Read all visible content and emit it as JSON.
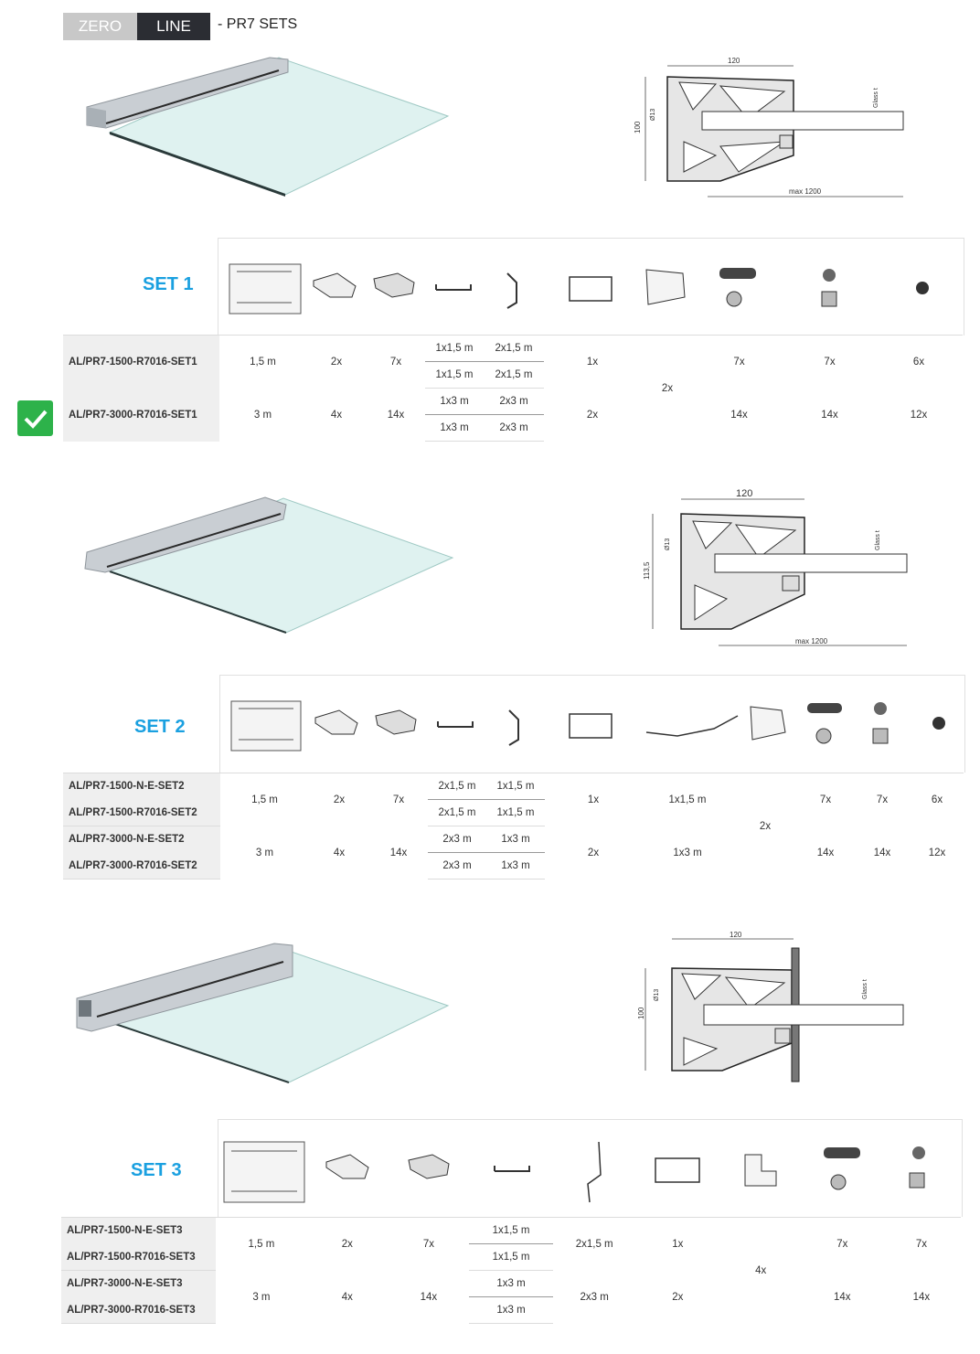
{
  "header": {
    "brand_left": "ZERO",
    "brand_right": "LINE",
    "subtitle": "- PR7 SETS"
  },
  "drawings": {
    "width_label": "120",
    "height_label_a": "100",
    "height_label_b": "113,5",
    "hole_label": "Ø13",
    "glass_label": "Glass t",
    "max_label": "max 1200"
  },
  "set1": {
    "label": "SET 1",
    "rows": [
      {
        "code": "AL/PR7-1500-R7016-SET1",
        "length": "1,5 m",
        "c2": "2x",
        "c3": "7x",
        "c4a": "1x1,5 m",
        "c5a": "2x1,5 m",
        "c4b": "1x1,5 m",
        "c5b": "2x1,5 m",
        "c6": "1x",
        "c8": "7x",
        "c9": "7x",
        "c10": "6x"
      },
      {
        "code": "AL/PR7-3000-R7016-SET1",
        "length": "3 m",
        "c2": "4x",
        "c3": "14x",
        "c4a": "1x3 m",
        "c5a": "2x3 m",
        "c4b": "1x3 m",
        "c5b": "2x3 m",
        "c6": "2x",
        "c8": "14x",
        "c9": "14x",
        "c10": "12x"
      }
    ],
    "shared_c7": "2x"
  },
  "set2": {
    "label": "SET 2",
    "codes": [
      "AL/PR7-1500-N-E-SET2",
      "AL/PR7-1500-R7016-SET2",
      "AL/PR7-3000-N-E-SET2",
      "AL/PR7-3000-R7016-SET2"
    ],
    "groups": [
      {
        "length": "1,5 m",
        "c2": "2x",
        "c3": "7x",
        "c4a": "2x1,5 m",
        "c5a": "1x1,5 m",
        "c4b": "2x1,5 m",
        "c5b": "1x1,5 m",
        "c6": "1x",
        "c7": "1x1,5 m",
        "c9": "7x",
        "c10": "7x",
        "c11": "6x"
      },
      {
        "length": "3 m",
        "c2": "4x",
        "c3": "14x",
        "c4a": "2x3 m",
        "c5a": "1x3 m",
        "c4b": "2x3 m",
        "c5b": "1x3 m",
        "c6": "2x",
        "c7": "1x3 m",
        "c9": "14x",
        "c10": "14x",
        "c11": "12x"
      }
    ],
    "shared_c8": "2x"
  },
  "set3": {
    "label": "SET 3",
    "codes": [
      "AL/PR7-1500-N-E-SET3",
      "AL/PR7-1500-R7016-SET3",
      "AL/PR7-3000-N-E-SET3",
      "AL/PR7-3000-R7016-SET3"
    ],
    "groups": [
      {
        "length": "1,5 m",
        "c2": "2x",
        "c3": "7x",
        "c4a": "1x1,5 m",
        "c4b": "1x1,5 m",
        "c5": "2x1,5 m",
        "c6": "1x",
        "c8": "7x",
        "c9": "7x"
      },
      {
        "length": "3 m",
        "c2": "4x",
        "c3": "14x",
        "c4a": "1x3 m",
        "c4b": "1x3 m",
        "c5": "2x3 m",
        "c6": "2x",
        "c8": "14x",
        "c9": "14x"
      }
    ],
    "shared_c7": "4x"
  },
  "colors": {
    "accent": "#1aa0e0",
    "check": "#2db24a",
    "dark": "#2b2d33"
  }
}
